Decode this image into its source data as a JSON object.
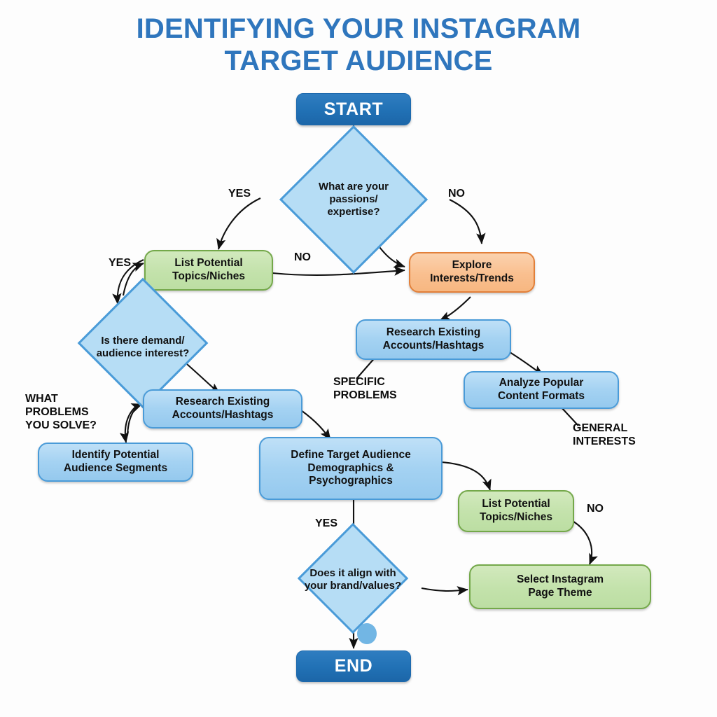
{
  "title": {
    "line1": "Identifying Your Instagram",
    "line2": "Target Audience",
    "color": "#2f76bd"
  },
  "palette": {
    "terminator_fill": "#2171b5",
    "terminator_text": "#ffffff",
    "process_blue_fill": "#a8d3f0",
    "process_blue_stroke": "#4a9bd8",
    "process_green_fill": "#c3e2ab",
    "process_green_stroke": "#74a84a",
    "process_orange_fill": "#f9bf8f",
    "process_orange_stroke": "#e2803a",
    "decision_fill": "#b6ddf5",
    "decision_stroke": "#4a9bd8",
    "connector": "#111111",
    "background": "#fdfdfd",
    "dot": "#72b6e4"
  },
  "nodes": {
    "start": {
      "label": "START",
      "shape": "terminator"
    },
    "q_passions": {
      "label": "What are your\npassions/\nexpertise?",
      "shape": "decision"
    },
    "list_topics_1": {
      "label": "List Potential\nTopics/Niches",
      "shape": "process",
      "color": "green"
    },
    "explore_interests": {
      "label": "Explore\nInterests/Trends",
      "shape": "process",
      "color": "orange"
    },
    "q_demand": {
      "label": "Is there demand/\naudience interest?",
      "shape": "decision"
    },
    "research_accounts_right": {
      "label": "Research Existing\nAccounts/Hashtags",
      "shape": "process",
      "color": "blue"
    },
    "analyze_formats": {
      "label": "Analyze Popular\nContent Formats",
      "shape": "process",
      "color": "blue"
    },
    "research_accounts_left": {
      "label": "Research Existing\nAccounts/Hashtags",
      "shape": "process",
      "color": "blue"
    },
    "identify_segments": {
      "label": "Identify Potential\nAudience Segments",
      "shape": "process",
      "color": "blue"
    },
    "define_target": {
      "label": "Define Target Audience\nDemographics &\nPsychographics",
      "shape": "process",
      "color": "blue"
    },
    "list_topics_2": {
      "label": "List Potential\nTopics/Niches",
      "shape": "process",
      "color": "green"
    },
    "q_align": {
      "label": "Does it align with\nyour brand/values?",
      "shape": "decision"
    },
    "select_theme": {
      "label": "Select Instagram\nPage Theme",
      "shape": "process",
      "color": "green"
    },
    "end": {
      "label": "END",
      "shape": "terminator"
    }
  },
  "edge_labels": [
    {
      "id": "yes-passions",
      "text": "YES"
    },
    {
      "id": "no-passions",
      "text": "NO"
    },
    {
      "id": "no-topics",
      "text": "NO"
    },
    {
      "id": "yes-demand",
      "text": "YES"
    },
    {
      "id": "specific-problems",
      "text": "SPECIFIC\nPROBLEMS"
    },
    {
      "id": "what-problems",
      "text": "WHAT\nPROBLEMS\nYOU SOLVE?"
    },
    {
      "id": "general-interests",
      "text": "GENERAL\nINTERESTS"
    },
    {
      "id": "yes-align",
      "text": "YES"
    },
    {
      "id": "no-theme",
      "text": "NO"
    }
  ],
  "chart_data": {
    "type": "diagram",
    "diagram_type": "flowchart",
    "title": "Identifying Your Instagram Target Audience",
    "node_list": [
      "START",
      "What are your passions/expertise?",
      "List Potential Topics/Niches",
      "Explore Interests/Trends",
      "Is there demand/audience interest?",
      "Research Existing Accounts/Hashtags",
      "Analyze Popular Content Formats",
      "Identify Potential Audience Segments",
      "Define Target Audience Demographics & Psychographics",
      "Does it align with your brand/values?",
      "Select Instagram Page Theme",
      "END"
    ],
    "edges": [
      {
        "from": "START",
        "to": "What are your passions/expertise?",
        "label": ""
      },
      {
        "from": "What are your passions/expertise?",
        "to": "List Potential Topics/Niches",
        "label": "YES"
      },
      {
        "from": "What are your passions/expertise?",
        "to": "Explore Interests/Trends",
        "label": "NO"
      },
      {
        "from": "List Potential Topics/Niches",
        "to": "Explore Interests/Trends",
        "label": "NO"
      },
      {
        "from": "List Potential Topics/Niches",
        "to": "Is there demand/audience interest?",
        "label": "YES"
      },
      {
        "from": "Explore Interests/Trends",
        "to": "Research Existing Accounts/Hashtags",
        "label": ""
      },
      {
        "from": "Research Existing Accounts/Hashtags",
        "to": "Analyze Popular Content Formats",
        "label": ""
      },
      {
        "from": "Research Existing Accounts/Hashtags",
        "to": "Define Target Audience Demographics & Psychographics",
        "label": "SPECIFIC PROBLEMS"
      },
      {
        "from": "Is there demand/audience interest?",
        "to": "Research Existing Accounts/Hashtags",
        "label": ""
      },
      {
        "from": "Is there demand/audience interest?",
        "to": "Identify Potential Audience Segments",
        "label": "WHAT PROBLEMS YOU SOLVE?"
      },
      {
        "from": "Research Existing Accounts/Hashtags",
        "to": "Identify Potential Audience Segments",
        "label": ""
      },
      {
        "from": "Analyze Popular Content Formats",
        "to": "Define Target Audience Demographics & Psychographics",
        "label": "GENERAL INTERESTS"
      },
      {
        "from": "Define Target Audience Demographics & Psychographics",
        "to": "List Potential Topics/Niches",
        "label": ""
      },
      {
        "from": "Define Target Audience Demographics & Psychographics",
        "to": "Does it align with your brand/values?",
        "label": "YES"
      },
      {
        "from": "List Potential Topics/Niches",
        "to": "Select Instagram Page Theme",
        "label": "NO"
      },
      {
        "from": "Does it align with your brand/values?",
        "to": "Select Instagram Page Theme",
        "label": ""
      },
      {
        "from": "Does it align with your brand/values?",
        "to": "END",
        "label": ""
      }
    ]
  }
}
